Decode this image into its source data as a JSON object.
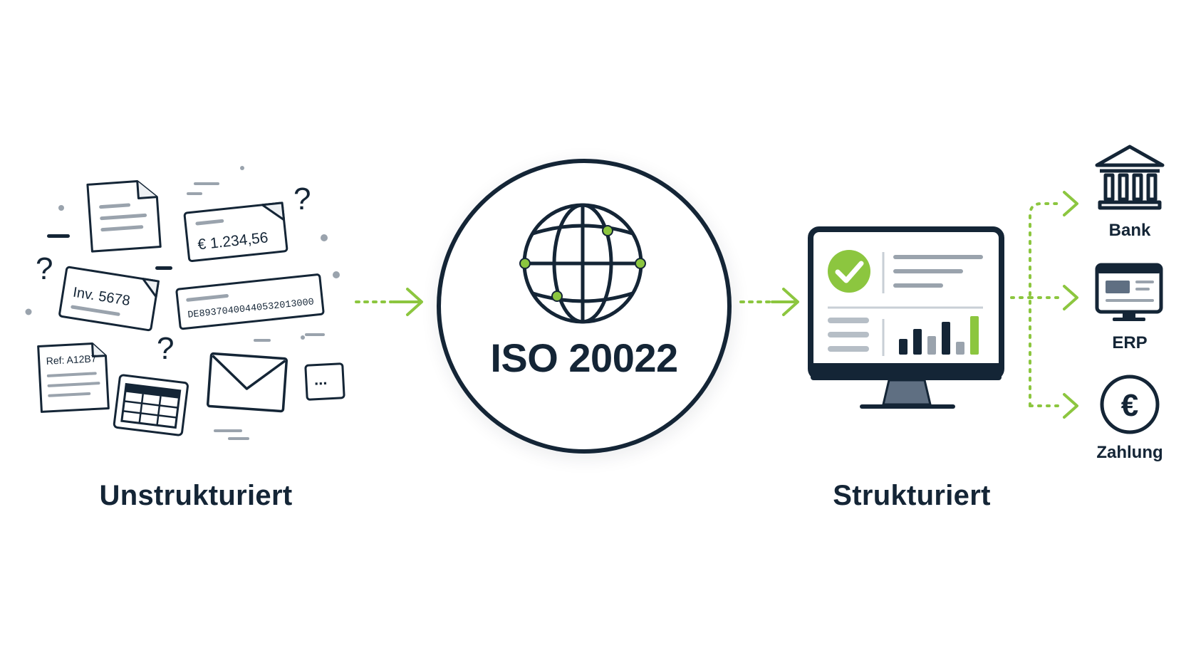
{
  "colors": {
    "ink": "#142536",
    "accent_green": "#8cc63f",
    "muted_gray": "#9aa3ad",
    "screen_gray": "#5f6f82"
  },
  "left": {
    "label": "Unstrukturiert",
    "amount": "€ 1.234,56",
    "invoice": "Inv. 5678",
    "iban": "DE89370400440532013000",
    "ref": "Ref: A12B7",
    "more": "...",
    "question_mark": "?"
  },
  "center": {
    "title": "ISO 20022"
  },
  "right": {
    "label": "Strukturiert"
  },
  "destinations": [
    {
      "label": "Bank",
      "icon": "bank-icon"
    },
    {
      "label": "ERP",
      "icon": "erp-icon"
    },
    {
      "label": "Zahlung",
      "icon": "euro-payment-icon"
    }
  ]
}
